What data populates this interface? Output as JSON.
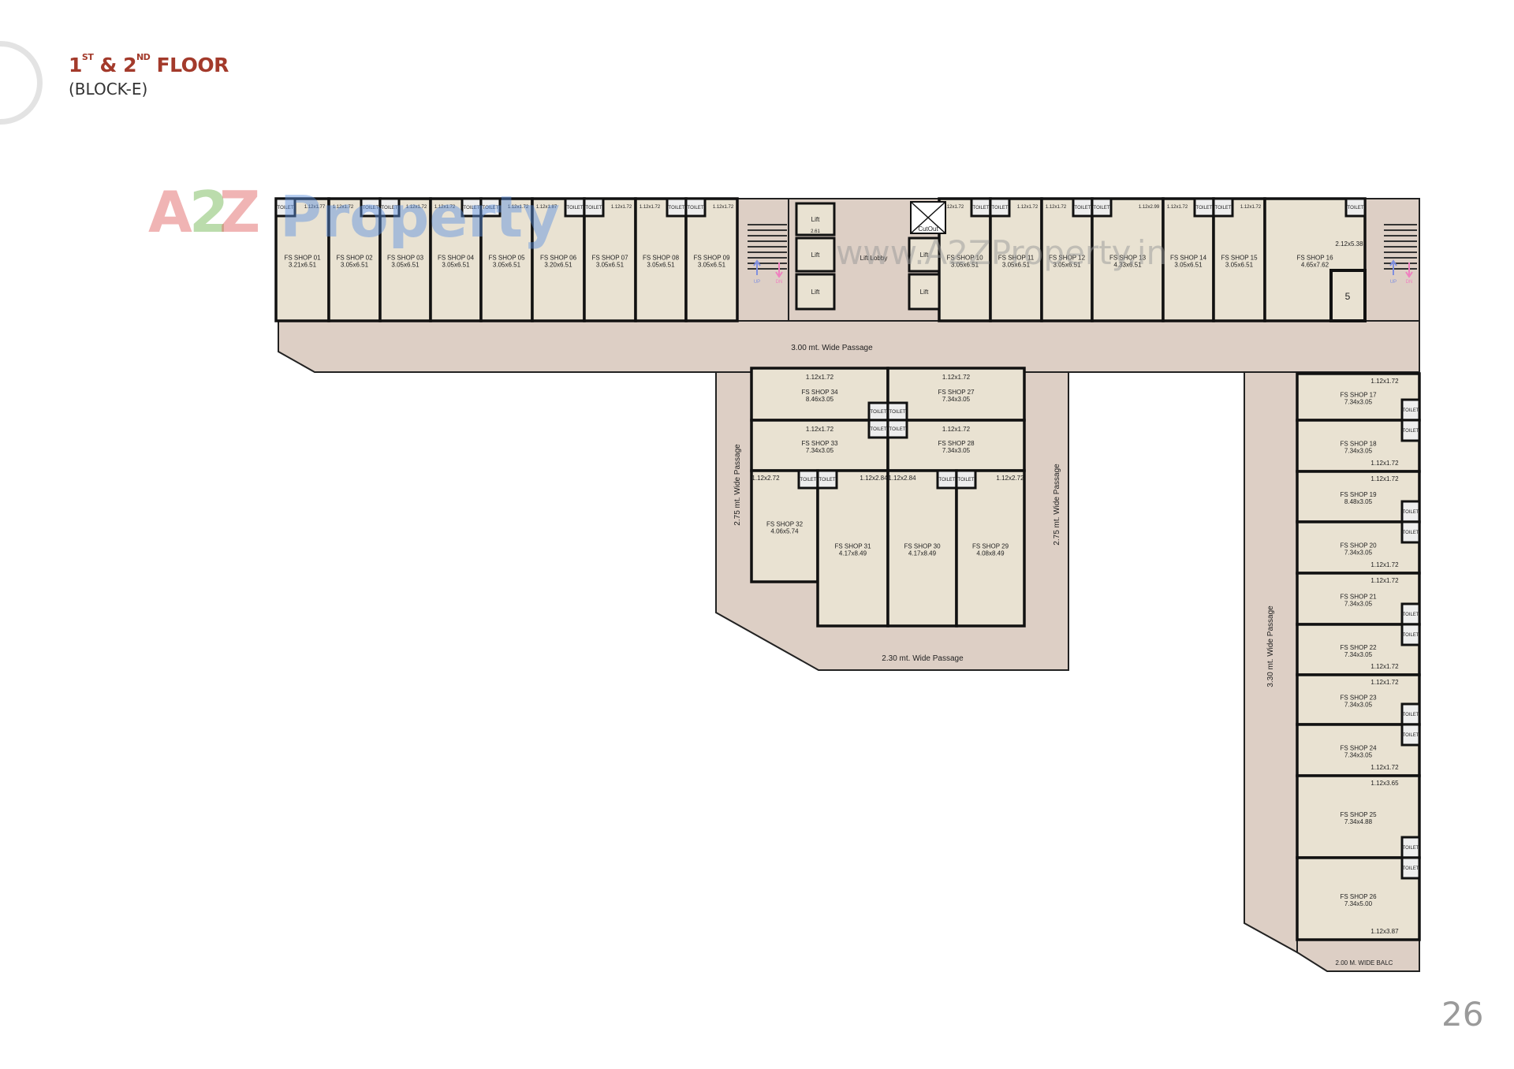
{
  "header": {
    "n1": "1",
    "sup1": "ST",
    "amp": " & ",
    "n2": "2",
    "sup2": "ND",
    "floor": " FLOOR",
    "subtitle": "(BLOCK-E)"
  },
  "watermark": {
    "a": "A",
    "two": "2",
    "z": "Z",
    "property": "Property",
    "url": "www.A2ZProperty.in"
  },
  "page_number": "26",
  "colors": {
    "title": "#a33a2b",
    "shop_fill": "#e9e2d2",
    "passage_fill": "#ddcfc5",
    "wall": "#111111",
    "up_arrow": "#7f8fe0",
    "down_arrow": "#f080c0"
  },
  "passages": {
    "top": "3.00 mt. Wide Passage",
    "center_left": "2.75 mt. Wide Passage",
    "center_right": "2.75 mt. Wide Passage",
    "center_bottom": "2.30 mt. Wide Passage",
    "east": "3.30 mt. Wide Passage",
    "balcony": "2.00 M. WIDE BALC"
  },
  "core": {
    "lift": "Lift",
    "lobby": "Lift Lobby",
    "cutout": "CutOut",
    "lift_dim": "2.61",
    "up": "UP",
    "dn": "DN",
    "duct": "5"
  },
  "toilet_label": "TOILET",
  "shops": [
    {
      "name": "FS SHOP 01",
      "size": "3.21x6.51",
      "sub": "1.12x1.77"
    },
    {
      "name": "FS SHOP 02",
      "size": "3.05x6.51",
      "sub": "1.12x1.72"
    },
    {
      "name": "FS SHOP 03",
      "size": "3.05x6.51",
      "sub": "1.12x1.72"
    },
    {
      "name": "FS SHOP 04",
      "size": "3.05x6.51",
      "sub": "1.12x1.72"
    },
    {
      "name": "FS SHOP 05",
      "size": "3.05x6.51",
      "sub": "1.12x1.72"
    },
    {
      "name": "FS SHOP 06",
      "size": "3.20x6.51",
      "sub": "1.12x1.87"
    },
    {
      "name": "FS SHOP 07",
      "size": "3.05x6.51",
      "sub": "1.12x1.72"
    },
    {
      "name": "FS SHOP 08",
      "size": "3.05x6.51",
      "sub": "1.12x1.72"
    },
    {
      "name": "FS SHOP 09",
      "size": "3.05x6.51",
      "sub": "1.12x1.72"
    },
    {
      "name": "FS SHOP 10",
      "size": "3.05x6.51",
      "sub": "1.12x1.72"
    },
    {
      "name": "FS SHOP 11",
      "size": "3.05x6.51",
      "sub": "1.12x1.72"
    },
    {
      "name": "FS SHOP 12",
      "size": "3.05x6.51",
      "sub": "1.12x1.72"
    },
    {
      "name": "FS SHOP 13",
      "size": "4.33x6.51",
      "sub": "1.12x2.99"
    },
    {
      "name": "FS SHOP 14",
      "size": "3.05x6.51",
      "sub": "1.12x1.72"
    },
    {
      "name": "FS SHOP 15",
      "size": "3.05x6.51",
      "sub": "1.12x1.72"
    },
    {
      "name": "FS SHOP 16",
      "size": "4.65x7.62",
      "sub": "2.12x5.38"
    },
    {
      "name": "FS SHOP 17",
      "size": "7.34x3.05",
      "sub": "1.12x1.72"
    },
    {
      "name": "FS SHOP 18",
      "size": "7.34x3.05",
      "sub": "1.12x1.72"
    },
    {
      "name": "FS SHOP 19",
      "size": "8.48x3.05",
      "sub": "1.12x1.72"
    },
    {
      "name": "FS SHOP 20",
      "size": "7.34x3.05",
      "sub": "1.12x1.72"
    },
    {
      "name": "FS SHOP 21",
      "size": "7.34x3.05",
      "sub": "1.12x1.72"
    },
    {
      "name": "FS SHOP 22",
      "size": "7.34x3.05",
      "sub": "1.12x1.72"
    },
    {
      "name": "FS SHOP 23",
      "size": "7.34x3.05",
      "sub": "1.12x1.72"
    },
    {
      "name": "FS SHOP 24",
      "size": "7.34x3.05",
      "sub": "1.12x1.72"
    },
    {
      "name": "FS SHOP 25",
      "size": "7.34x4.88",
      "sub": "1.12x3.65"
    },
    {
      "name": "FS SHOP 26",
      "size": "7.34x5.00",
      "sub": "1.12x3.87"
    },
    {
      "name": "FS SHOP 34",
      "size": "8.46x3.05",
      "sub": "1.12x1.72"
    },
    {
      "name": "FS SHOP 27",
      "size": "7.34x3.05",
      "sub": "1.12x1.72"
    },
    {
      "name": "FS SHOP 33",
      "size": "7.34x3.05",
      "sub": "1.12x1.72"
    },
    {
      "name": "FS SHOP 28",
      "size": "7.34x3.05",
      "sub": "1.12x1.72"
    },
    {
      "name": "FS SHOP 32",
      "size": "4.06x5.74",
      "sub": "1.12x2.72"
    },
    {
      "name": "FS SHOP 31",
      "size": "4.17x8.49",
      "sub": "1.12x2.84"
    },
    {
      "name": "FS SHOP 30",
      "size": "4.17x8.49",
      "sub": "1.12x2.84"
    },
    {
      "name": "FS SHOP 29",
      "size": "4.08x8.49",
      "sub": "1.12x2.72"
    }
  ]
}
